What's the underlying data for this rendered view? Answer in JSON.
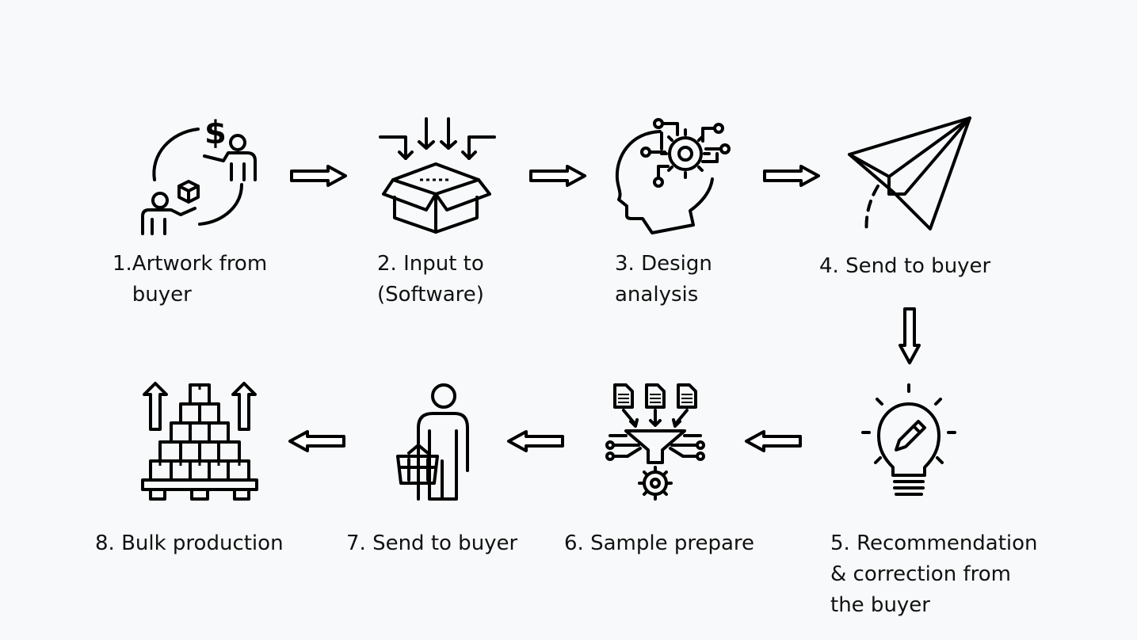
{
  "steps": [
    {
      "label": "1.Artwork from\n   buyer",
      "icon": "exchange-icon"
    },
    {
      "label": "2. Input to\n(Software)",
      "icon": "box-input-icon"
    },
    {
      "label": "3. Design\nanalysis",
      "icon": "head-gear-icon"
    },
    {
      "label": "4. Send to buyer",
      "icon": "paper-plane-icon"
    },
    {
      "label": "5. Recommendation\n& correction from\nthe buyer",
      "icon": "lightbulb-pencil-icon"
    },
    {
      "label": "6. Sample prepare",
      "icon": "document-funnel-icon"
    },
    {
      "label": "7. Send to buyer",
      "icon": "person-basket-icon"
    },
    {
      "label": "8. Bulk production",
      "icon": "pallet-boxes-icon"
    }
  ]
}
